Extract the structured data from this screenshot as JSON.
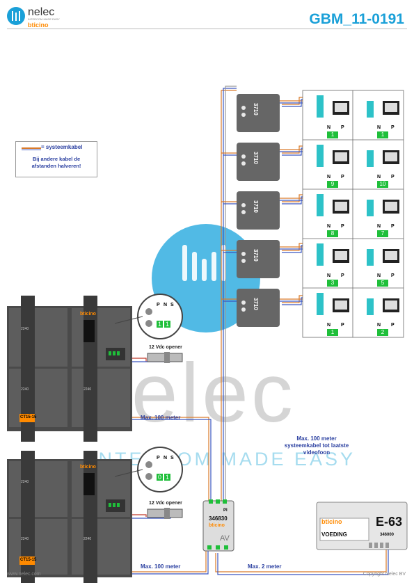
{
  "header": {
    "brand_name": "nelec",
    "brand_tagline": "INTERCOM MADE EASY",
    "brand_sub": "bticino",
    "doc_code": "GBM_11-0191"
  },
  "legend": {
    "cable_label": "= systeemkabel",
    "note": "Bij andere kabel de afstanden halveren!"
  },
  "watermark": {
    "word": "nelec",
    "tagline": "INTERCOM MADE EASY"
  },
  "panels": [
    {
      "label": "CT15-15",
      "door_label": "12 Vdc opener",
      "terminal_labels": [
        "P",
        "N",
        "S"
      ],
      "terminal_values": [
        "1",
        "1"
      ],
      "distance": "Max. 100 meter"
    },
    {
      "label": "CT15-15",
      "door_label": "12 Vdc opener",
      "terminal_labels": [
        "P",
        "N",
        "S"
      ],
      "terminal_values": [
        "0",
        "1"
      ],
      "distance": "Max. 100 meter"
    }
  ],
  "module_code": "2240",
  "av_module": {
    "brand": "bticino",
    "code": "346830",
    "label": "AV",
    "terminal": "PI"
  },
  "distribution": {
    "note": "Max. 100 meter systeemkabel tot laatste videofoon"
  },
  "power_supply": {
    "brand": "bticino",
    "model": "E-63",
    "name": "VOEDING",
    "code": "346000",
    "distance": "Max. 2 meter"
  },
  "distributor_code": "3710",
  "monitors": {
    "np_labels": [
      "N",
      "P"
    ],
    "rows": [
      {
        "left": "1",
        "right": "1"
      },
      {
        "left": "9",
        "right": "10"
      },
      {
        "left": "8",
        "right": "7"
      },
      {
        "left": "3",
        "right": "5"
      },
      {
        "left": "1",
        "right": "2"
      }
    ]
  },
  "footer": {
    "url": "www.nelec.com",
    "copyright": "Copyright Nelec BV"
  }
}
